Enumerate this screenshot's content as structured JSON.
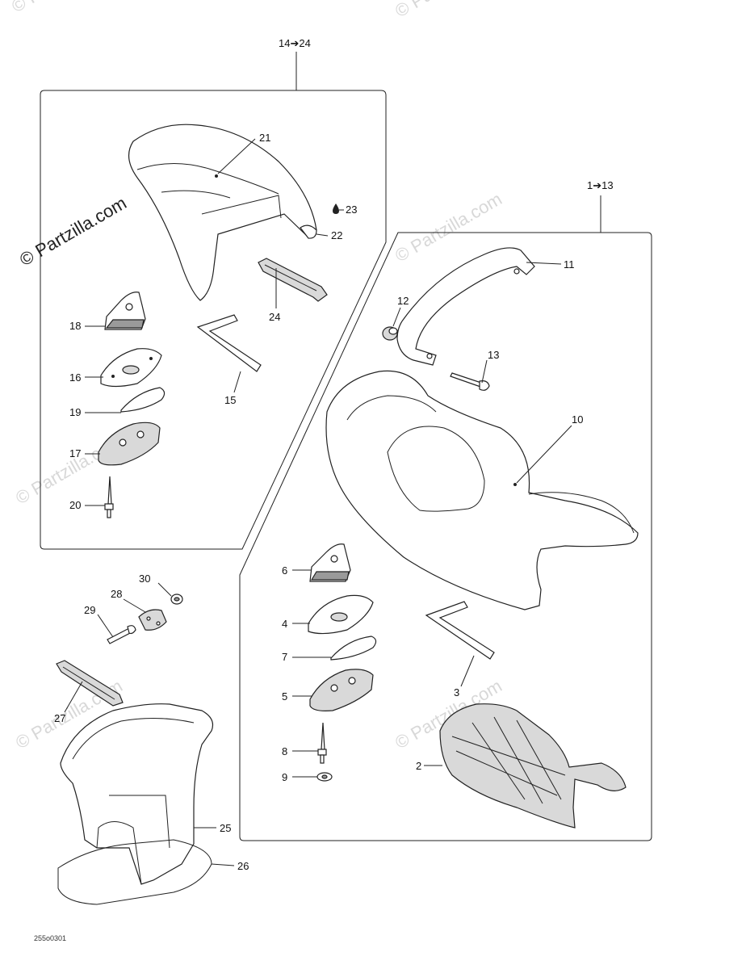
{
  "groups": {
    "seat_group_range": "14➔24",
    "main_group_range": "1➔13"
  },
  "watermark": {
    "main": "© Partzilla.com",
    "faint": "© Partzilla.com"
  },
  "reference_code": "255o0301",
  "labels": {
    "p2": "2",
    "p3": "3",
    "p4": "4",
    "p5": "5",
    "p6": "6",
    "p7": "7",
    "p8": "8",
    "p9": "9",
    "p10": "10",
    "p11": "11",
    "p12": "12",
    "p13": "13",
    "p15": "15",
    "p16": "16",
    "p17": "17",
    "p18": "18",
    "p19": "19",
    "p20": "20",
    "p21": "21",
    "p22": "22",
    "p23": "23",
    "p24": "24",
    "p25": "25",
    "p26": "26",
    "p27": "27",
    "p28": "28",
    "p29": "29",
    "p30": "30"
  }
}
